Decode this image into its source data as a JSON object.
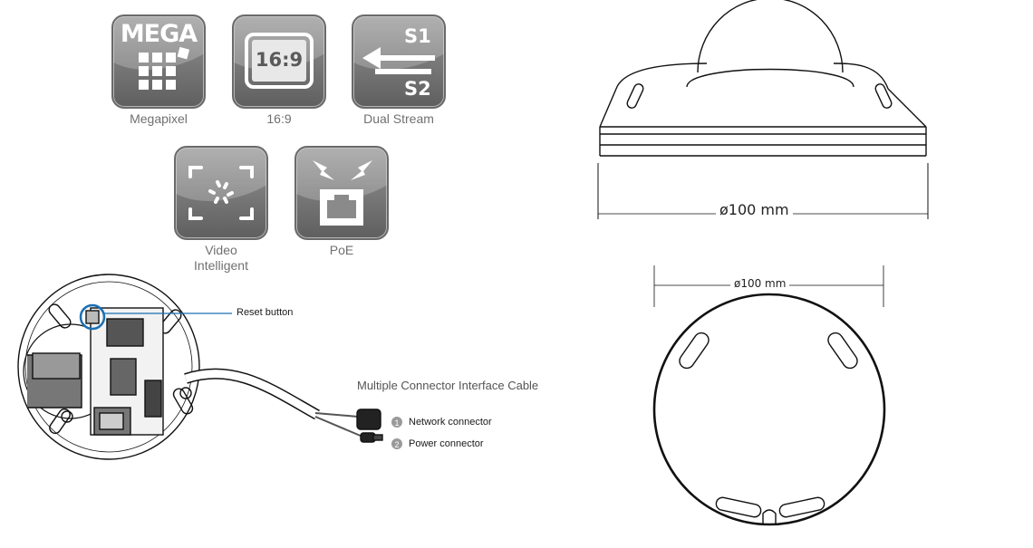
{
  "features": [
    {
      "id": "megapixel",
      "icon": "megapixel-icon",
      "icon_text": "MEGA",
      "label": "Megapixel"
    },
    {
      "id": "ratio",
      "icon": "aspect-ratio-icon",
      "icon_text": "16:9",
      "label": "16:9"
    },
    {
      "id": "dual_stream",
      "icon": "dual-stream-icon",
      "icon_text_top": "S1",
      "icon_text_bottom": "S2",
      "label": "Dual Stream"
    },
    {
      "id": "video_intelligent",
      "icon": "video-intelligent-icon",
      "label_line1": "Video",
      "label_line2": "Intelligent"
    },
    {
      "id": "poe",
      "icon": "poe-icon",
      "label": "PoE"
    }
  ],
  "interior": {
    "reset_label": "Reset button",
    "cable_title": "Multiple Connector Interface Cable",
    "connectors": [
      {
        "number": "1",
        "label": "Network connector"
      },
      {
        "number": "2",
        "label": "Power connector"
      }
    ]
  },
  "dimensions": {
    "side_view": "ø100  mm",
    "top_view": "ø100  mm"
  },
  "colors": {
    "tile": "#7c7c7c",
    "callout_line": "#1b6fb3",
    "line": "#111111"
  }
}
